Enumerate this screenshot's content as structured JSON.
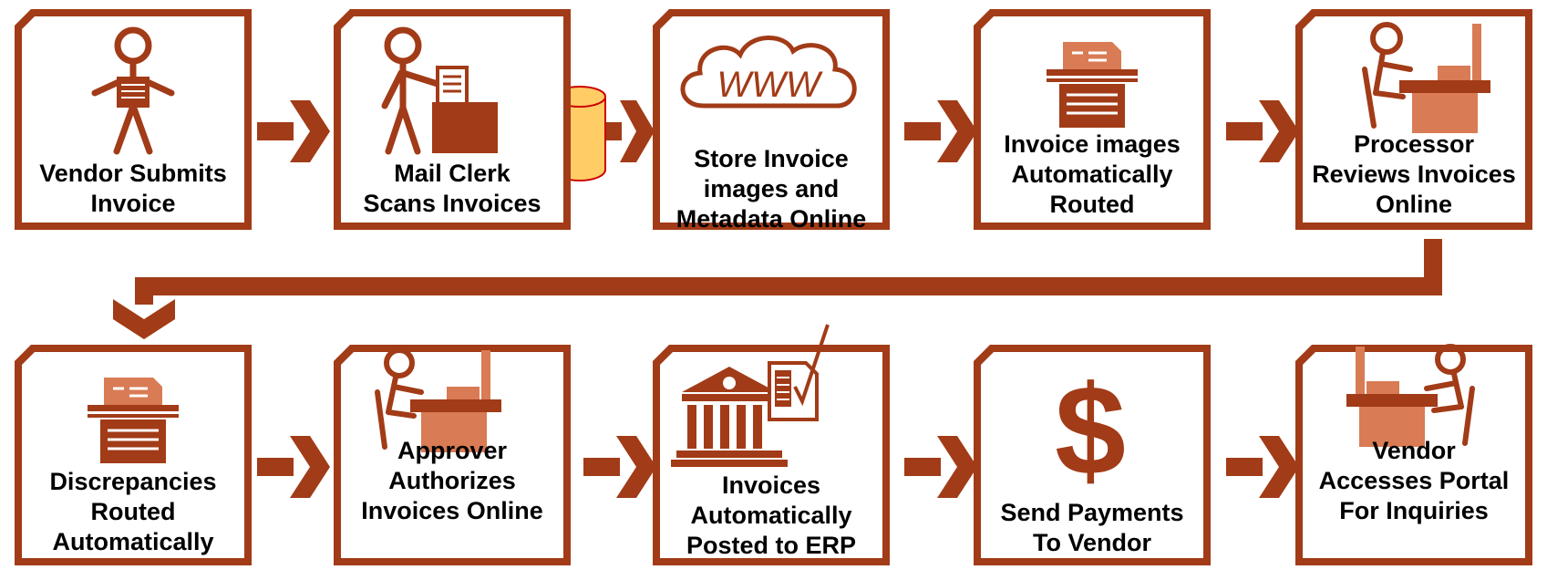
{
  "colors": {
    "brand": "#A23B17",
    "light": "#D97B54",
    "cylinder_fill": "#FFCC66",
    "cylinder_stroke": "#CC0000",
    "text": "#000000"
  },
  "row1": [
    {
      "label": "Vendor Submits\nInvoice",
      "icon": "person-holding-invoice-icon"
    },
    {
      "label": "Mail Clerk\nScans Invoices",
      "icon": "clerk-scanner-icon"
    },
    {
      "label": "Store Invoice\nimages and\nMetadata Online",
      "icon": "www-cloud-icon"
    },
    {
      "label": "Invoice images\nAutomatically\nRouted",
      "icon": "document-tray-icon"
    },
    {
      "label": "Processor\nReviews Invoices\nOnline",
      "icon": "person-at-desk-icon"
    }
  ],
  "row2": [
    {
      "label": "Discrepancies\nRouted\nAutomatically",
      "icon": "document-tray-icon"
    },
    {
      "label": "Approver\nAuthorizes\nInvoices Online",
      "icon": "person-at-desk-icon"
    },
    {
      "label": "Invoices\nAutomatically\nPosted to ERP",
      "icon": "bank-document-check-icon"
    },
    {
      "label": "Send Payments\nTo Vendor",
      "icon": "dollar-sign-icon"
    },
    {
      "label": "Vendor\nAccesses Portal\nFor Inquiries",
      "icon": "person-at-desk-icon"
    }
  ],
  "icons": {
    "www_text": "WWW",
    "database": "database-cylinder-icon"
  }
}
